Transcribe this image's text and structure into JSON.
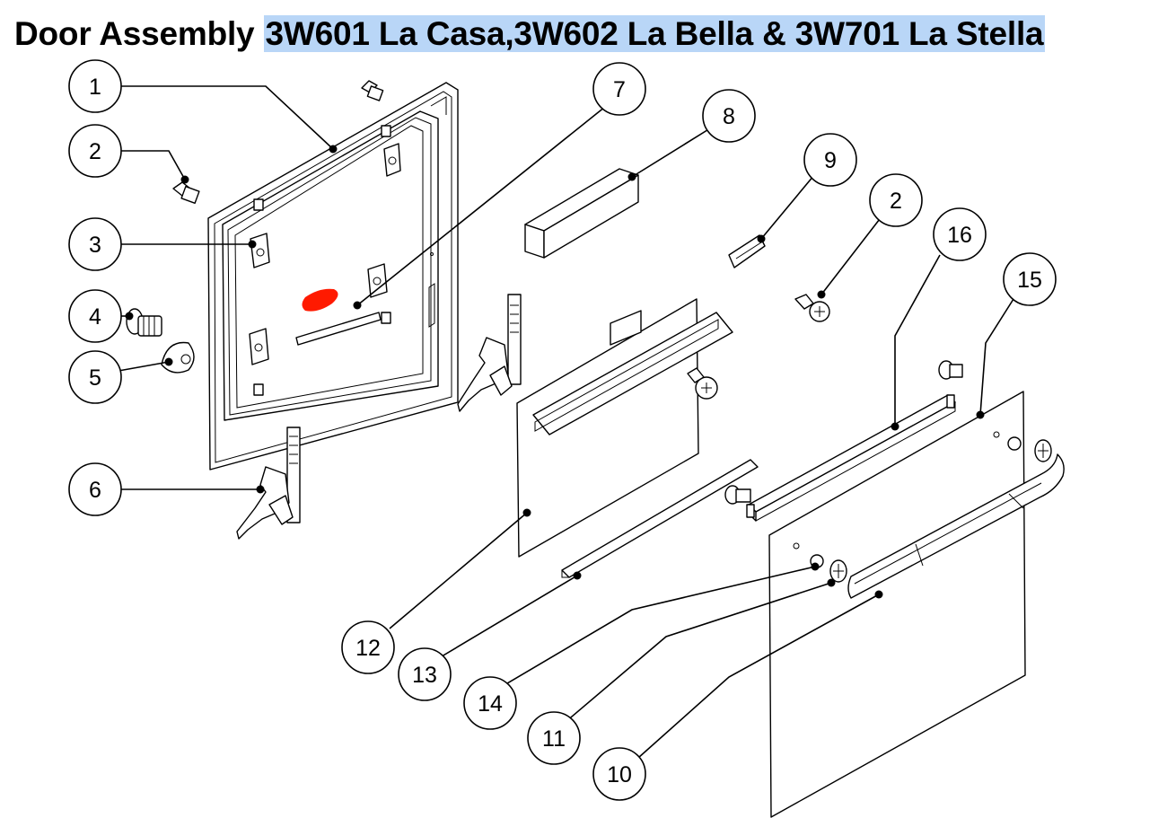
{
  "title": {
    "prefix": "Door Assembly ",
    "models": "3W601 La Casa,3W602 La Bella & 3W701 La Stella"
  },
  "colors": {
    "highlight": "#b9d6f7",
    "marker": "#ff1a00",
    "ink": "#000000"
  },
  "callouts": [
    {
      "id": "c1",
      "label": "1"
    },
    {
      "id": "c2a",
      "label": "2"
    },
    {
      "id": "c3",
      "label": "3"
    },
    {
      "id": "c4",
      "label": "4"
    },
    {
      "id": "c5",
      "label": "5"
    },
    {
      "id": "c6",
      "label": "6"
    },
    {
      "id": "c7",
      "label": "7"
    },
    {
      "id": "c8",
      "label": "8"
    },
    {
      "id": "c9",
      "label": "9"
    },
    {
      "id": "c2b",
      "label": "2"
    },
    {
      "id": "c16",
      "label": "16"
    },
    {
      "id": "c15",
      "label": "15"
    },
    {
      "id": "c12",
      "label": "12"
    },
    {
      "id": "c13",
      "label": "13"
    },
    {
      "id": "c14",
      "label": "14"
    },
    {
      "id": "c11",
      "label": "11"
    },
    {
      "id": "c10",
      "label": "10"
    }
  ]
}
